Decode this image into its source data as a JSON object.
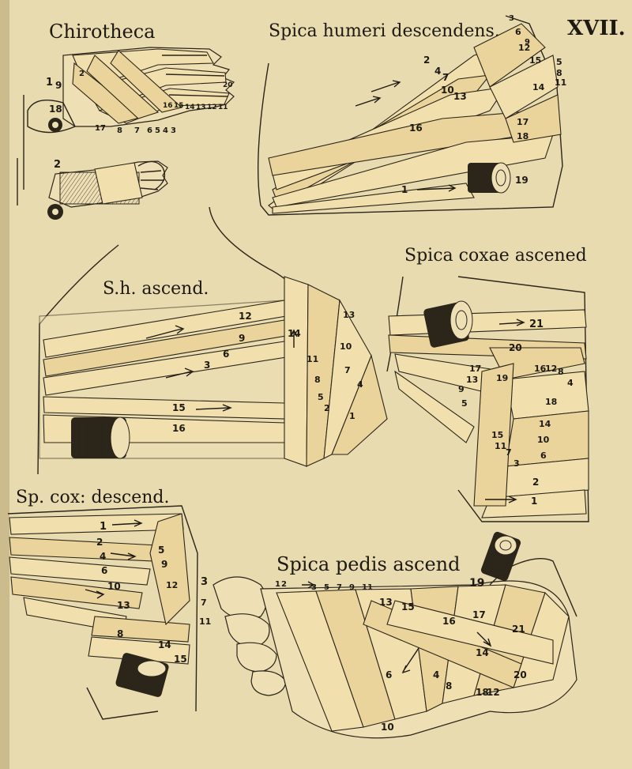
{
  "plate": {
    "number": "XVII.",
    "paper_color": "#e9dbb0",
    "ink_color": "#2b251a",
    "bandage_color": "#f1e0ad"
  },
  "figures": [
    {
      "id": "chirotheca",
      "caption": "Chirotheca",
      "labels": [
        "1",
        "9",
        "18",
        "17",
        "2",
        "16",
        "15",
        "14",
        "13",
        "12",
        "11",
        "20",
        "8",
        "7",
        "6",
        "5",
        "4",
        "3",
        "2"
      ]
    },
    {
      "id": "spica-humeri-descendens",
      "caption": "Spica humeri descendens.",
      "labels": [
        "2",
        "4",
        "7",
        "10",
        "13",
        "16",
        "6",
        "12",
        "15",
        "5",
        "8",
        "11",
        "14",
        "17",
        "18",
        "19",
        "1",
        "3",
        "9"
      ]
    },
    {
      "id": "spica-humeri-ascendens",
      "caption": "S.h. ascend.",
      "labels": [
        "12",
        "9",
        "6",
        "3",
        "15",
        "16",
        "14",
        "13",
        "10",
        "11",
        "8",
        "5",
        "2",
        "1",
        "7",
        "4"
      ]
    },
    {
      "id": "spica-coxae-ascendens",
      "caption": "Spica coxae ascened",
      "labels": [
        "21",
        "20",
        "17",
        "13",
        "9",
        "5",
        "19",
        "16",
        "18",
        "12",
        "8",
        "4",
        "14",
        "15",
        "11",
        "10",
        "7",
        "6",
        "3",
        "2",
        "1"
      ]
    },
    {
      "id": "spica-coxae-descendens",
      "caption": "Sp. cox: descend.",
      "labels": [
        "1",
        "2",
        "4",
        "5",
        "6",
        "9",
        "10",
        "12",
        "13",
        "3",
        "7",
        "11",
        "8",
        "14",
        "15"
      ]
    },
    {
      "id": "spica-pedis-ascendens",
      "caption": "Spica pedis ascend",
      "labels": [
        "19",
        "15",
        "13",
        "21",
        "17",
        "20",
        "16",
        "14",
        "18",
        "12",
        "6",
        "10",
        "8",
        "4",
        "2",
        "1",
        "3",
        "5",
        "7",
        "9",
        "11"
      ]
    }
  ]
}
